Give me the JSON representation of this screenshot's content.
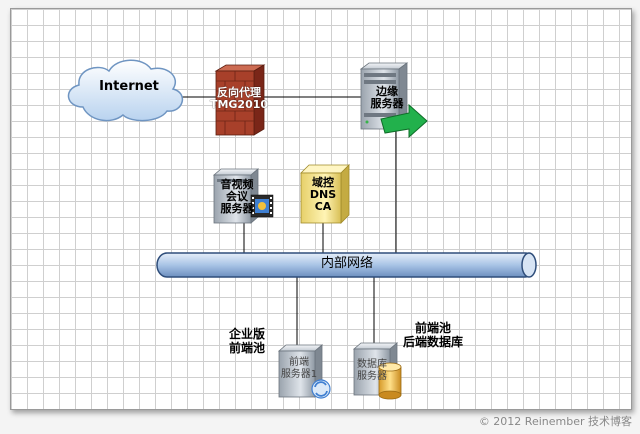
{
  "nodes": {
    "internet": {
      "label": "Internet",
      "color": "#cfe3f7"
    },
    "reverse_proxy": {
      "lines": [
        "反向代理",
        "TMG2010"
      ],
      "color": "#a8402a"
    },
    "edge_server": {
      "lines": [
        "边缘",
        "服务器"
      ],
      "color": "#c8cfd6"
    },
    "av_conference": {
      "lines": [
        "音视频",
        "会议",
        "服务器"
      ],
      "color": "#c8cfd6"
    },
    "domain_controller": {
      "lines": [
        "域控",
        "DNS",
        "CA"
      ],
      "color": "#f2e38a"
    },
    "frontend_server": {
      "lines": [
        "前端",
        "服务器1"
      ],
      "color": "#c8cfd6"
    },
    "database_server": {
      "lines": [
        "数据库",
        "服务器"
      ],
      "color": "#e8b84a"
    }
  },
  "network_bus": {
    "label": "内部网络",
    "color": "#a9c4e6"
  },
  "captions": {
    "enterprise_pool": [
      "企业版",
      "前端池"
    ],
    "backend_db": [
      "前端池",
      "后端数据库"
    ]
  },
  "footer": {
    "copyright": "© 2012 Reinember 技术博客"
  },
  "colors": {
    "link_line": "#000000",
    "arrow": "#22b14c"
  }
}
